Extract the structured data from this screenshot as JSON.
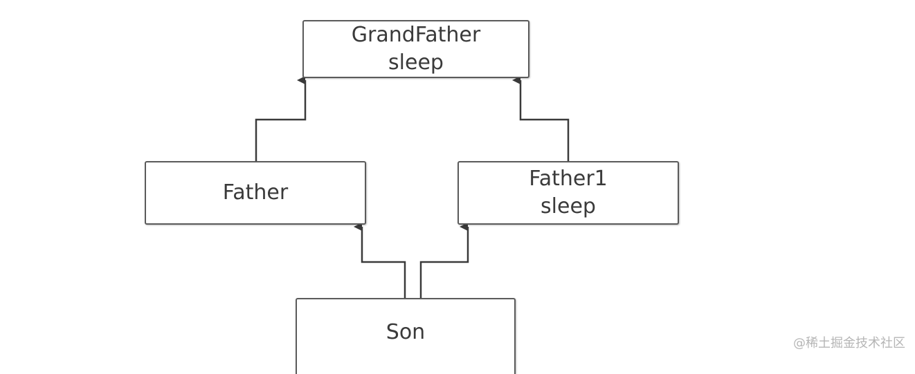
{
  "nodes": {
    "grandfather": {
      "name": "GrandFather",
      "method": "sleep"
    },
    "father": {
      "name": "Father"
    },
    "father1": {
      "name": "Father1",
      "method": "sleep"
    },
    "son": {
      "name": "Son"
    }
  },
  "watermark": "@稀土掘金技术社区",
  "colors": {
    "stroke": "#3a3a3a",
    "text": "#3a3a3a",
    "watermark": "#b5b5b5"
  }
}
